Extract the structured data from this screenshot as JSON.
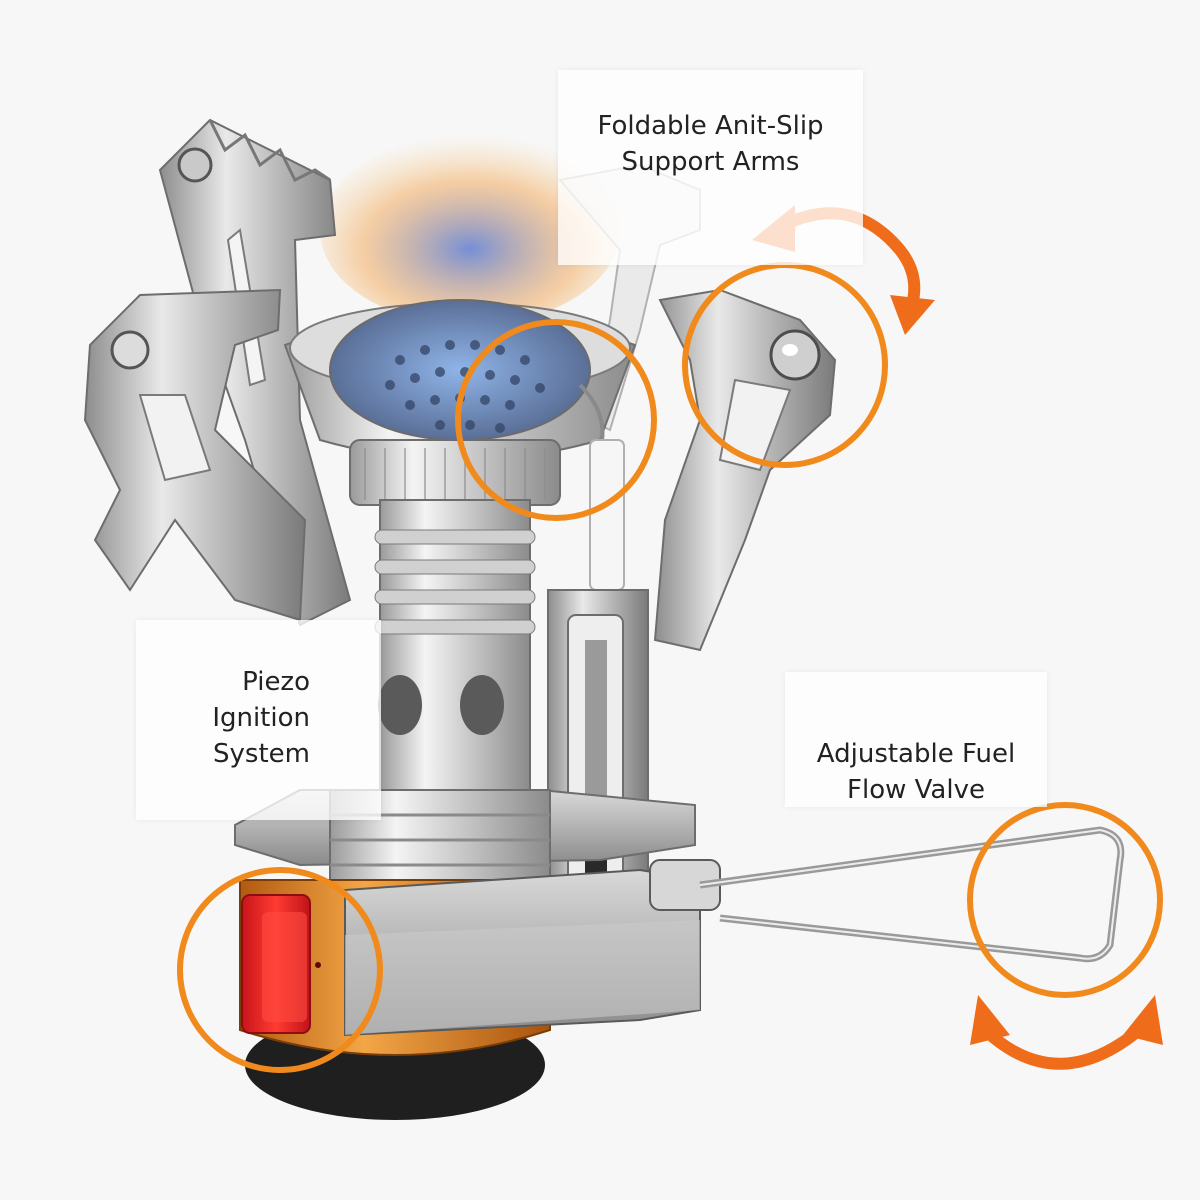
{
  "image": {
    "subject": "portable camping gas stove burner",
    "accent_color": "#f08a1c",
    "highlight_circles": 4,
    "rotation_arrows": 2
  },
  "callouts": {
    "support_arms": {
      "line1": "Foldable Anit-Slip",
      "line2": "Support Arms"
    },
    "piezo": {
      "line1": "Piezo",
      "line2": "Ignition",
      "line3": "System"
    },
    "valve": {
      "line1": "Adjustable Fuel",
      "line2": "Flow Valve"
    }
  }
}
